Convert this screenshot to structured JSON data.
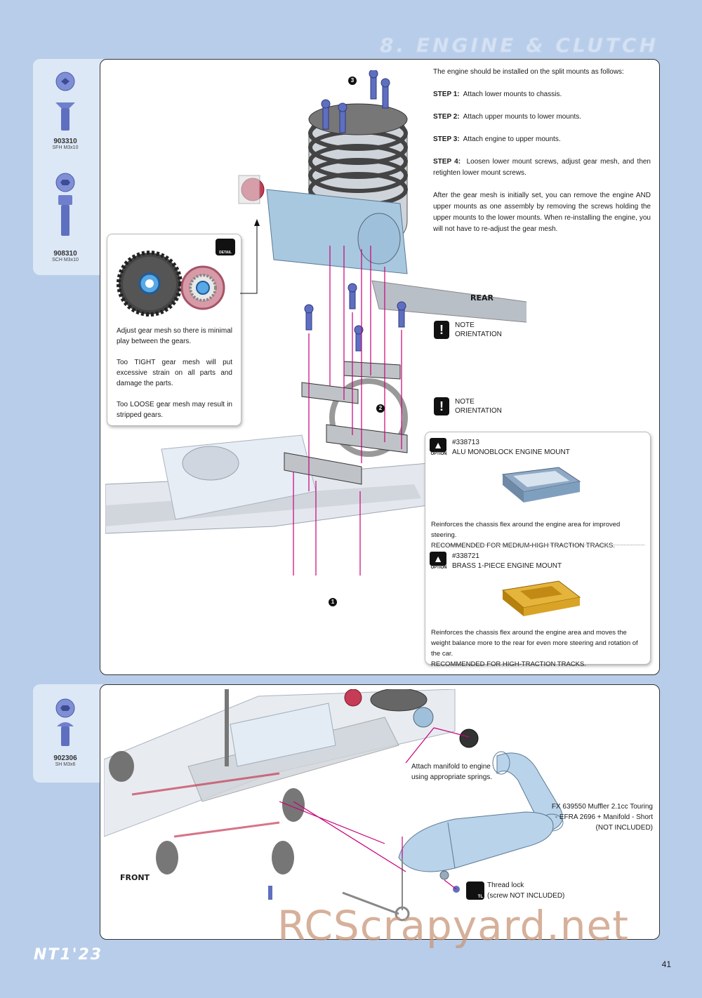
{
  "header": {
    "title": "8. ENGINE & CLUTCH"
  },
  "parts_top": [
    {
      "code": "903310",
      "desc": "SFH M3x10",
      "icon": "flat-head-screw-icon"
    },
    {
      "code": "908310",
      "desc": "SCH M3x10",
      "icon": "cap-head-screw-icon"
    }
  ],
  "parts_bottom": [
    {
      "code": "902306",
      "desc": "SH M3x6",
      "icon": "button-head-screw-icon"
    }
  ],
  "instructions": {
    "intro": "The engine should be installed on the split mounts as follows:",
    "steps": [
      {
        "label": "STEP 1:",
        "text": "Attach lower mounts to chassis."
      },
      {
        "label": "STEP 2:",
        "text": "Attach upper mounts to lower mounts."
      },
      {
        "label": "STEP 3:",
        "text": "Attach engine to upper mounts."
      },
      {
        "label": "STEP 4:",
        "text": "Loosen lower mount screws, adjust gear mesh, and then retighten lower mount screws."
      }
    ],
    "note": "After the gear mesh is initially set, you can remove the engine AND upper mounts as one assembly by removing the screws holding the upper mounts to the lower mounts.  When re-installing the engine, you will not have to re-adjust the gear mesh."
  },
  "detail": {
    "badge": "DETAIL",
    "paragraphs": [
      "Adjust gear mesh so there is minimal play between the gears.",
      "Too TIGHT gear mesh will put excessive strain on all parts and damage the parts.",
      "Too LOOSE gear mesh may result in stripped gears."
    ]
  },
  "labels": {
    "rear": "REAR",
    "front": "FRONT",
    "note1": [
      "NOTE",
      "ORIENTATION"
    ],
    "note2": [
      "NOTE",
      "ORIENTATION"
    ],
    "callouts": [
      "1",
      "2",
      "3"
    ]
  },
  "options": [
    {
      "badge": "OPTION",
      "code": "#338713",
      "name": "ALU MONOBLOCK ENGINE MOUNT",
      "desc": "Reinforces the chassis flex around the engine area for improved steering.",
      "rec": "RECOMMENDED FOR MEDIUM-HIGH TRACTION TRACKS.",
      "color": "#7f9fbf"
    },
    {
      "badge": "OPTION",
      "code": "#338721",
      "name": "BRASS 1-PIECE ENGINE MOUNT",
      "desc": "Reinforces the chassis flex around the engine area and moves the weight balance more to the rear for even more steering and rotation of the car.",
      "rec": "RECOMMENDED FOR HIGH-TRACTION TRACKS.",
      "color": "#d9a326"
    }
  ],
  "bottom": {
    "manifold_caption": [
      "Attach manifold to engine",
      "using appropriate springs."
    ],
    "muffler_caption": [
      "FX 639550 Muffler 2.1cc Touring",
      "- EFRA 2696 + Manifold - Short",
      "(NOT INCLUDED)"
    ],
    "threadlock": [
      "Thread lock",
      "(screw NOT INCLUDED)"
    ],
    "threadlock_badge": "TL"
  },
  "footer": {
    "logo": "NT1'23",
    "page": "41",
    "watermark": "RCScrapyard.net"
  },
  "colors": {
    "accent": "#c8007a",
    "screw": "#5f6fc0",
    "background": "#b8cdea"
  }
}
